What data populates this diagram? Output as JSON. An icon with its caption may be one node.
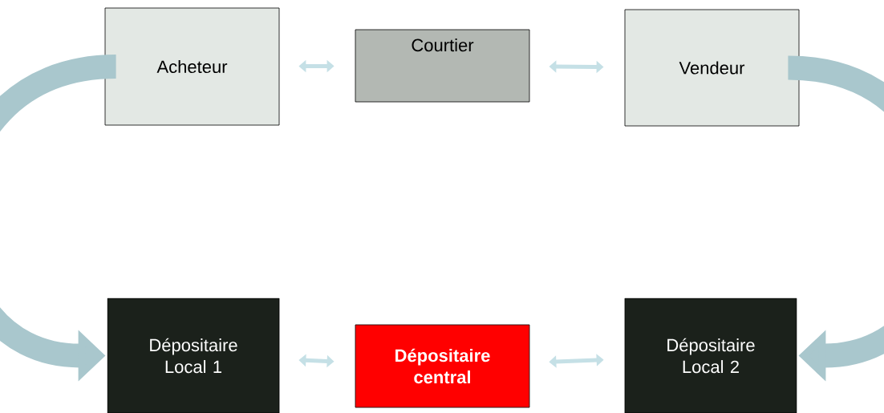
{
  "diagram": {
    "nodes": [
      {
        "text": [
          "Acheteur"
        ]
      },
      {
        "text": [
          "Courtier"
        ]
      },
      {
        "text": [
          "Vendeur"
        ]
      },
      {
        "text": [
          "Dépositaire Local 1"
        ]
      },
      {
        "text": [
          "Dépositaire central"
        ]
      },
      {
        "text": [
          "Dépositaire Local 2"
        ]
      }
    ],
    "edges": [
      {
        "from": 0,
        "to": 1,
        "arrow": "both"
      },
      {
        "from": 1,
        "to": 2,
        "arrow": "both"
      },
      {
        "from": 3,
        "to": 4,
        "arrow": "both"
      },
      {
        "from": 4,
        "to": 5,
        "arrow": "both"
      },
      {
        "from": 0,
        "to": 3,
        "arrow": "to",
        "style": "thick"
      },
      {
        "from": 2,
        "to": 5,
        "arrow": "to",
        "style": "thick"
      }
    ]
  }
}
